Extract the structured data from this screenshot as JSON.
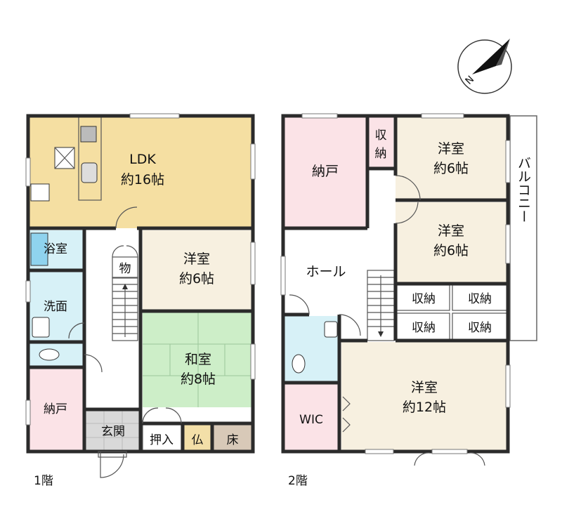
{
  "colors": {
    "ldk": "#f5dfa2",
    "western": "#f7f0e0",
    "japanese": "#cdeec8",
    "storage": "#fbe3e7",
    "water": "#d7f1f7",
    "hall": "#ffffff",
    "entrance": "#d9d9d9",
    "buddha": "#f3dfa8",
    "alcove": "#d8c9b8",
    "wall": "#2b2b2b"
  },
  "compass": {
    "label": "N"
  },
  "floor1": {
    "label": "1階",
    "rooms": {
      "ldk": {
        "name": "LDK",
        "size": "約16帖"
      },
      "western": {
        "name": "洋室",
        "size": "約6帖"
      },
      "japanese": {
        "name": "和室",
        "size": "約8帖"
      },
      "bath": {
        "name": "浴室"
      },
      "washroom": {
        "name": "洗面"
      },
      "storage": {
        "name": "納戸"
      },
      "entrance": {
        "name": "玄関"
      },
      "closet_small": {
        "name": "物"
      },
      "oshiire": {
        "name": "押入"
      },
      "butsudan": {
        "name": "仏"
      },
      "tokonoma": {
        "name": "床"
      }
    }
  },
  "floor2": {
    "label": "2階",
    "rooms": {
      "storage": {
        "name": "納戸"
      },
      "closet_top": {
        "name": "収納"
      },
      "western_a": {
        "name": "洋室",
        "size": "約6帖"
      },
      "western_b": {
        "name": "洋室",
        "size": "約6帖"
      },
      "hall": {
        "name": "ホール"
      },
      "balcony": {
        "name": "バルコニー"
      },
      "closets": [
        "収納",
        "収納",
        "収納",
        "収納"
      ],
      "master": {
        "name": "洋室",
        "size": "約12帖"
      },
      "wic": {
        "name": "WIC"
      }
    }
  }
}
